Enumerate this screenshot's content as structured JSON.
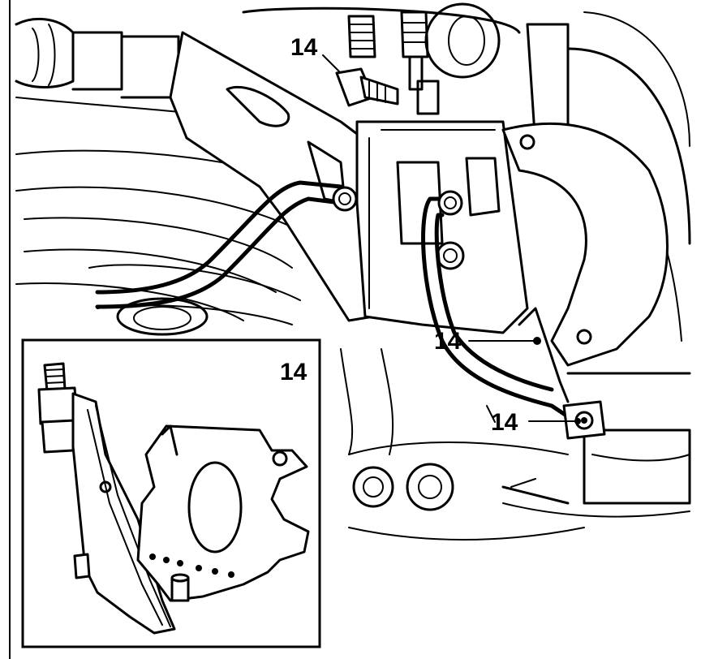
{
  "diagram": {
    "main_view": {
      "callouts": [
        "14",
        "14",
        "14"
      ]
    },
    "inset_view": {
      "label": "14"
    },
    "colors": {
      "line": "#000000",
      "background": "#ffffff"
    }
  }
}
